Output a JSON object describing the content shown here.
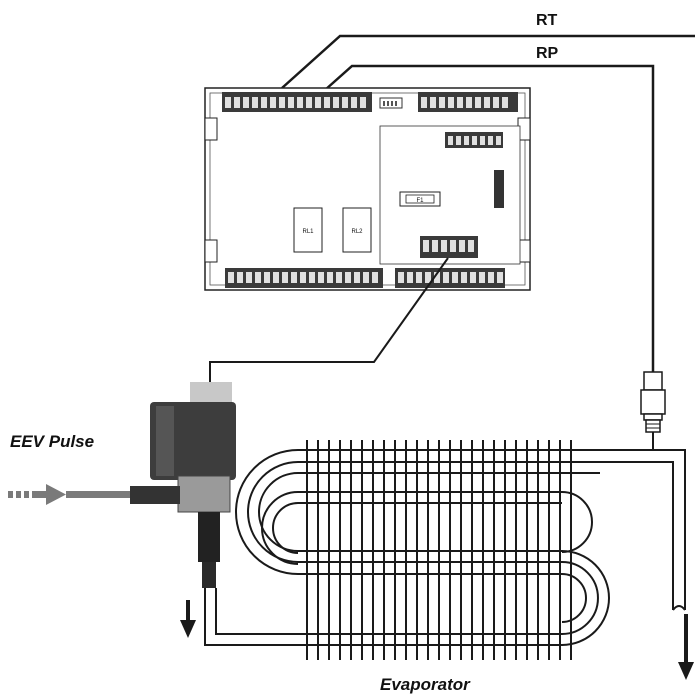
{
  "labels": {
    "rt": "RT",
    "rp": "RP",
    "eev": "EEV Pulse",
    "evaporator": "Evaporator",
    "relay1": "RL1",
    "relay2": "RL2",
    "fuse": "F1"
  },
  "colors": {
    "line": "#1a1a1a",
    "controller_body": "#ffffff",
    "terminal_block": "#3a3a3a",
    "valve_body": "#3d3d3d",
    "valve_cap": "#c8c8c8",
    "pipe_gray": "#8a8a8a",
    "flow_arrow": "#7a7a7a"
  },
  "icons": {
    "flow_in": "dashed-arrow-right-icon",
    "flow_out_left": "arrow-down-icon",
    "flow_out_right": "arrow-down-icon"
  }
}
